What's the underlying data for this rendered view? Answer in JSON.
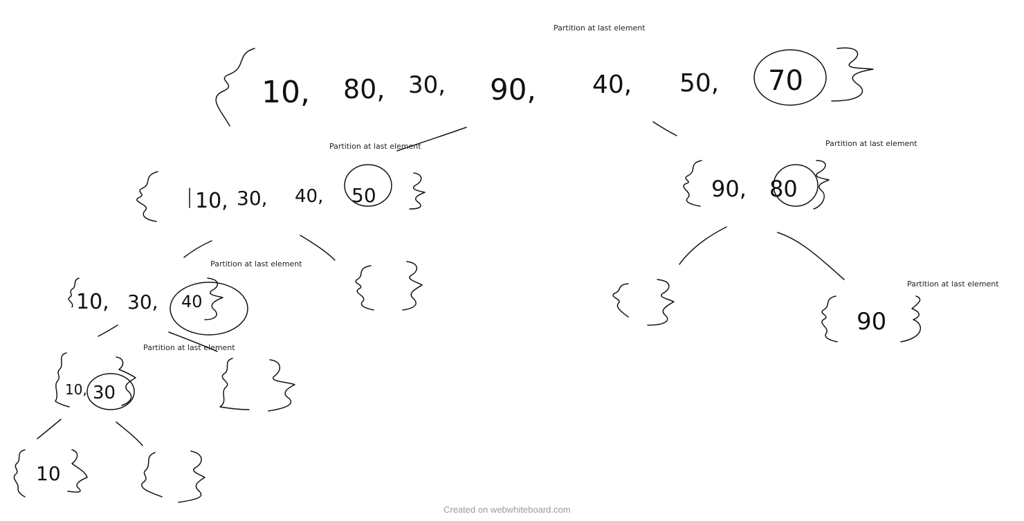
{
  "annotations": [
    "Partition at last element",
    "Partition at last element",
    "Partition at last element",
    "Partition at last element",
    "Partition at last element",
    "Partition at last element"
  ],
  "footer": "Created on webwhiteboard.com",
  "handwritten": {
    "root": [
      "10,",
      "80,",
      "30,",
      "90,",
      "40,",
      "50,"
    ],
    "root_pivot": "70",
    "left": [
      "10,",
      "30,",
      "40,"
    ],
    "left_pivot": "50",
    "left_left": [
      "10,",
      "30,"
    ],
    "left_left_pivot": "40",
    "left_left_left": [
      "10,"
    ],
    "left_left_left_pivot": "30",
    "leaf_10": "10",
    "right": [
      "90,"
    ],
    "right_pivot": "80",
    "right_right": "90"
  },
  "ink_color": "#111111"
}
